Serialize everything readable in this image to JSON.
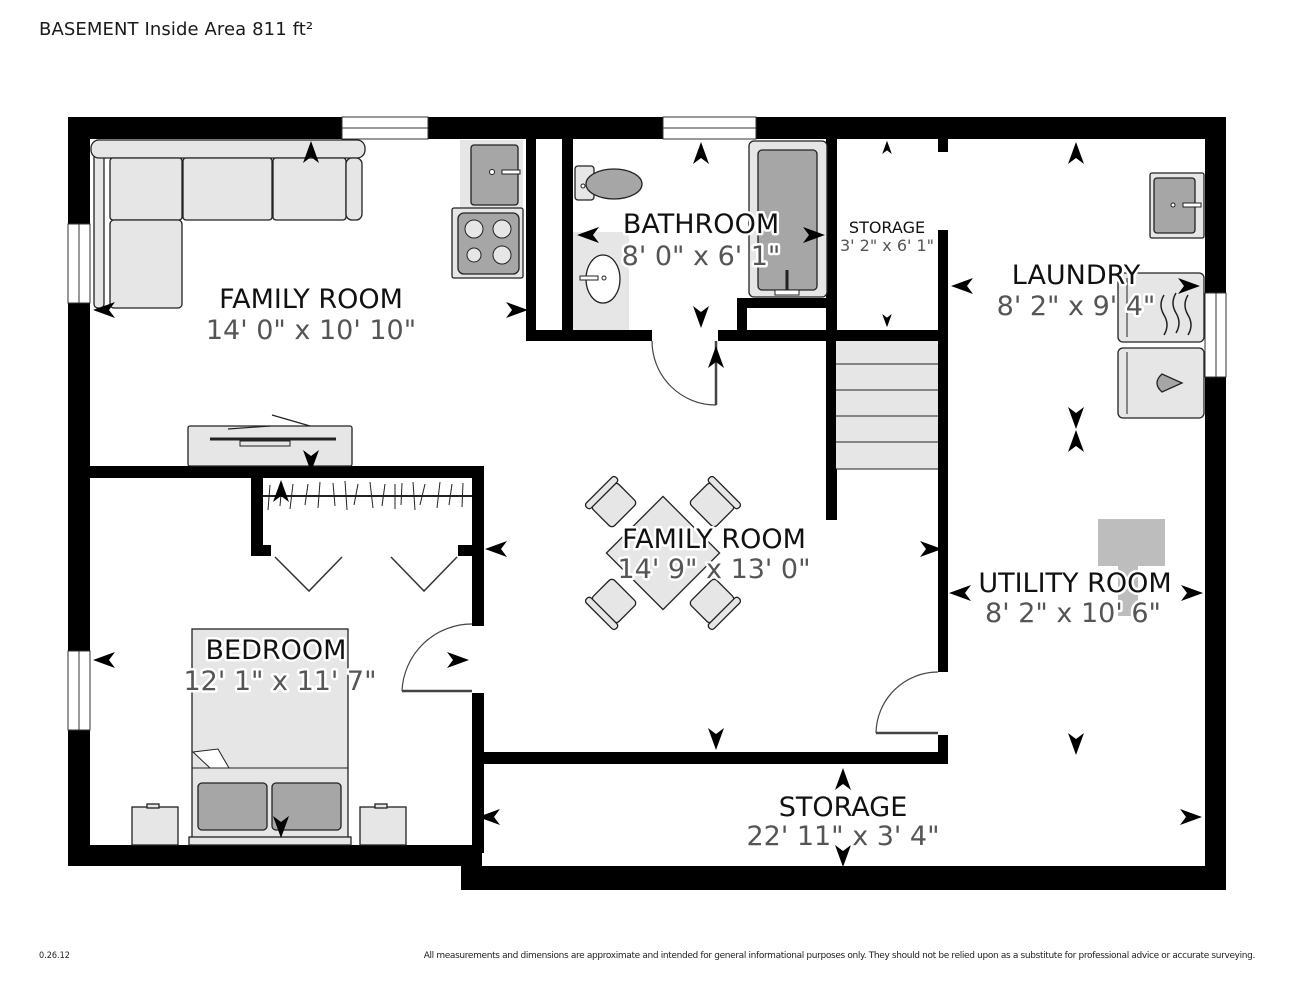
{
  "header": {
    "title": "BASEMENT Inside Area 811 ft²"
  },
  "footer": {
    "version": "0.26.12",
    "disclaimer": "All measurements and dimensions are approximate and intended for general informational purposes only. They should not be relied upon as a substitute for professional advice or accurate surveying."
  },
  "rooms": {
    "family_room_north": {
      "name": "FAMILY ROOM",
      "dimensions": "14' 0\" x 10' 10\""
    },
    "bathroom": {
      "name": "BATHROOM",
      "dimensions": "8' 0\" x 6' 1\""
    },
    "storage_small": {
      "name": "STORAGE",
      "dimensions": "3' 2\" x 6' 1\""
    },
    "laundry": {
      "name": "LAUNDRY",
      "dimensions": "8' 2\" x 9' 4\""
    },
    "family_room_center": {
      "name": "FAMILY ROOM",
      "dimensions": "14' 9\" x 13' 0\""
    },
    "bedroom": {
      "name": "BEDROOM",
      "dimensions": "12' 1\" x 11' 7\""
    },
    "utility_room": {
      "name": "UTILITY ROOM",
      "dimensions": "8' 2\" x 10' 6\""
    },
    "storage_long": {
      "name": "STORAGE",
      "dimensions": "22' 11\" x 3' 4\""
    }
  },
  "icons": {
    "dimension_arrow": "dimension-arrow-icon",
    "sofa": "sectional-sofa-icon",
    "sink": "sink-icon",
    "stove": "cooktop-icon",
    "toilet": "toilet-icon",
    "bathtub": "bathtub-icon",
    "washer": "washer-icon",
    "dryer": "dryer-icon",
    "bed": "bed-icon",
    "nightstand": "nightstand-icon",
    "dining_table": "dining-table-icon",
    "stairs": "stairs-icon",
    "tv_stand": "tv-stand-icon",
    "closet_rod": "closet-icon",
    "water_heater": "water-heater-icon"
  },
  "colors": {
    "wall": "#000000",
    "furniture_fill": "#e6e6e6",
    "furniture_dark": "#a6a6a6",
    "room_name": "#111111",
    "room_dimension": "#555555"
  }
}
